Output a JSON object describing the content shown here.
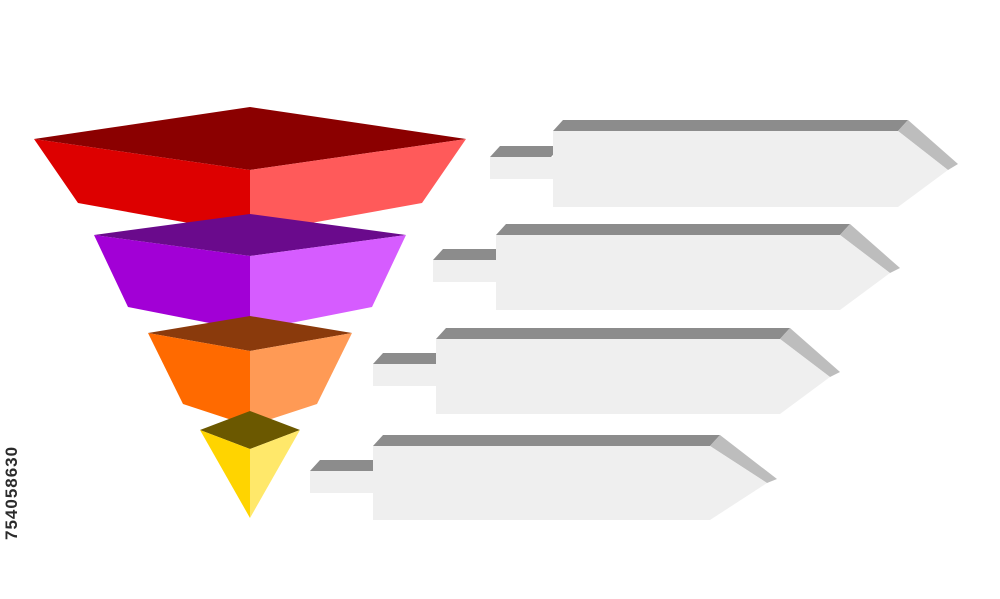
{
  "diagram": {
    "type": "funnel-infographic",
    "funnel_levels": [
      {
        "level": 1,
        "name": "red",
        "colors": {
          "top": "#8b0000",
          "left": "#dd0000",
          "right": "#ff5a5a"
        }
      },
      {
        "level": 2,
        "name": "purple",
        "colors": {
          "top": "#6a0a8c",
          "left": "#a200d6",
          "right": "#d65cff"
        }
      },
      {
        "level": 3,
        "name": "orange",
        "colors": {
          "top": "#8a3a0c",
          "left": "#ff6a00",
          "right": "#ff9a55"
        }
      },
      {
        "level": 4,
        "name": "yellow",
        "colors": {
          "top": "#6b5800",
          "left": "#ffd400",
          "right": "#ffe86a"
        }
      }
    ],
    "labels": [
      {
        "level": 1,
        "text": ""
      },
      {
        "level": 2,
        "text": ""
      },
      {
        "level": 3,
        "text": ""
      },
      {
        "level": 4,
        "text": ""
      }
    ],
    "arrow_colors": {
      "face": "#efefef",
      "top": "#8c8c8c",
      "side": "#bdbdbd"
    }
  },
  "watermark": {
    "id_text": "754058630"
  }
}
